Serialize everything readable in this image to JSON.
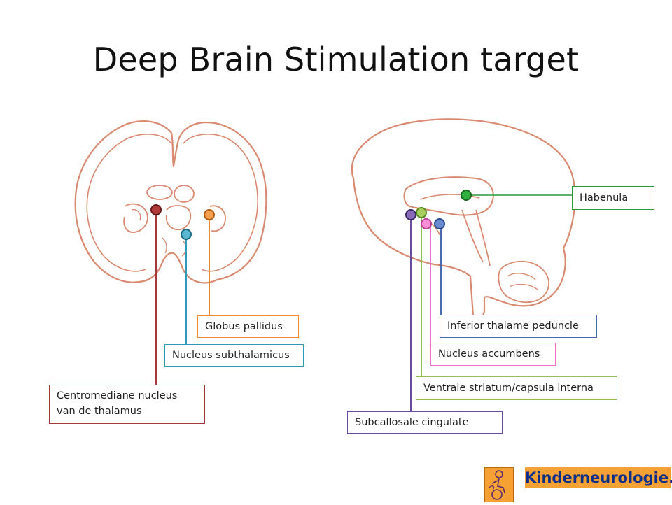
{
  "title": "Deep Brain Stimulation target",
  "colors": {
    "brain_outline": "#d98a70",
    "centromediane": "#a23a3a",
    "subthalamicus": "#2f9ab8",
    "globus": "#f08a2a",
    "habenula": "#2a9a3a",
    "subcallosale": "#6a4a9a",
    "ventrale": "#8fbf4a",
    "accumbens": "#f070c8",
    "inferior": "#4a6ab0",
    "logo_bg": "#f6a133",
    "logo_text": "#0d2f8a"
  },
  "labels": {
    "globus": "Globus pallidus",
    "subthalamicus": "Nucleus subthalamicus",
    "centromediane_1": "Centromediane nucleus",
    "centromediane_2": "van de thalamus",
    "habenula": "Habenula",
    "inferior": "Inferior thalame peduncle",
    "accumbens": "Nucleus accumbens",
    "ventrale": "Ventrale striatum/capsula interna",
    "subcallosale": "Subcallosale cingulate"
  },
  "logo": {
    "text": "Kinderneurologie.eu"
  }
}
